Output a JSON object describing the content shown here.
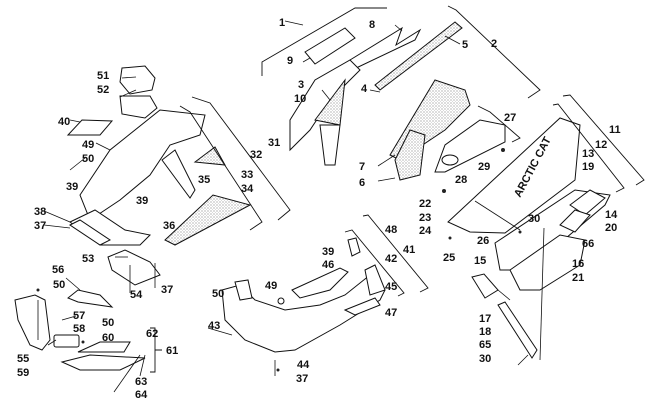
{
  "title": "Hood and Belly Pan Assembly - Parts Diagram",
  "colors": {
    "line": "#111111",
    "background": "#ffffff",
    "stipple": "#cfcfcf"
  },
  "brand_text": "ARCTIC CAT",
  "callouts": [
    {
      "id": "c1",
      "label": "1"
    },
    {
      "id": "c2",
      "label": "2"
    },
    {
      "id": "c3",
      "label": "3"
    },
    {
      "id": "c4",
      "label": "4"
    },
    {
      "id": "c5",
      "label": "5"
    },
    {
      "id": "c6",
      "label": "6"
    },
    {
      "id": "c7",
      "label": "7"
    },
    {
      "id": "c8",
      "label": "8"
    },
    {
      "id": "c9",
      "label": "9"
    },
    {
      "id": "c10",
      "label": "10"
    },
    {
      "id": "c11",
      "label": "11"
    },
    {
      "id": "c12",
      "label": "12"
    },
    {
      "id": "c13",
      "label": "13"
    },
    {
      "id": "c14",
      "label": "14"
    },
    {
      "id": "c15",
      "label": "15"
    },
    {
      "id": "c16",
      "label": "16"
    },
    {
      "id": "c17",
      "label": "17"
    },
    {
      "id": "c18",
      "label": "18"
    },
    {
      "id": "c19",
      "label": "19"
    },
    {
      "id": "c20",
      "label": "20"
    },
    {
      "id": "c21",
      "label": "21"
    },
    {
      "id": "c22",
      "label": "22"
    },
    {
      "id": "c23",
      "label": "23"
    },
    {
      "id": "c24",
      "label": "24"
    },
    {
      "id": "c25",
      "label": "25"
    },
    {
      "id": "c26",
      "label": "26"
    },
    {
      "id": "c27",
      "label": "27"
    },
    {
      "id": "c28",
      "label": "28"
    },
    {
      "id": "c29",
      "label": "29"
    },
    {
      "id": "c30a",
      "label": "30"
    },
    {
      "id": "c30b",
      "label": "30"
    },
    {
      "id": "c31",
      "label": "31"
    },
    {
      "id": "c32",
      "label": "32"
    },
    {
      "id": "c33",
      "label": "33"
    },
    {
      "id": "c34",
      "label": "34"
    },
    {
      "id": "c35",
      "label": "35"
    },
    {
      "id": "c36",
      "label": "36"
    },
    {
      "id": "c37a",
      "label": "37"
    },
    {
      "id": "c37b",
      "label": "37"
    },
    {
      "id": "c37c",
      "label": "37"
    },
    {
      "id": "c38",
      "label": "38"
    },
    {
      "id": "c39a",
      "label": "39"
    },
    {
      "id": "c39b",
      "label": "39"
    },
    {
      "id": "c39c",
      "label": "39"
    },
    {
      "id": "c40",
      "label": "40"
    },
    {
      "id": "c41",
      "label": "41"
    },
    {
      "id": "c42",
      "label": "42"
    },
    {
      "id": "c43",
      "label": "43"
    },
    {
      "id": "c44",
      "label": "44"
    },
    {
      "id": "c45",
      "label": "45"
    },
    {
      "id": "c46",
      "label": "46"
    },
    {
      "id": "c47",
      "label": "47"
    },
    {
      "id": "c48",
      "label": "48"
    },
    {
      "id": "c49a",
      "label": "49"
    },
    {
      "id": "c49b",
      "label": "49"
    },
    {
      "id": "c50a",
      "label": "50"
    },
    {
      "id": "c50b",
      "label": "50"
    },
    {
      "id": "c50c",
      "label": "50"
    },
    {
      "id": "c50d",
      "label": "50"
    },
    {
      "id": "c51",
      "label": "51"
    },
    {
      "id": "c52",
      "label": "52"
    },
    {
      "id": "c53",
      "label": "53"
    },
    {
      "id": "c54",
      "label": "54"
    },
    {
      "id": "c55",
      "label": "55"
    },
    {
      "id": "c56",
      "label": "56"
    },
    {
      "id": "c57",
      "label": "57"
    },
    {
      "id": "c58",
      "label": "58"
    },
    {
      "id": "c59",
      "label": "59"
    },
    {
      "id": "c60",
      "label": "60"
    },
    {
      "id": "c61",
      "label": "61"
    },
    {
      "id": "c62",
      "label": "62"
    },
    {
      "id": "c63",
      "label": "63"
    },
    {
      "id": "c64",
      "label": "64"
    },
    {
      "id": "c65",
      "label": "65"
    },
    {
      "id": "c66",
      "label": "66"
    }
  ]
}
